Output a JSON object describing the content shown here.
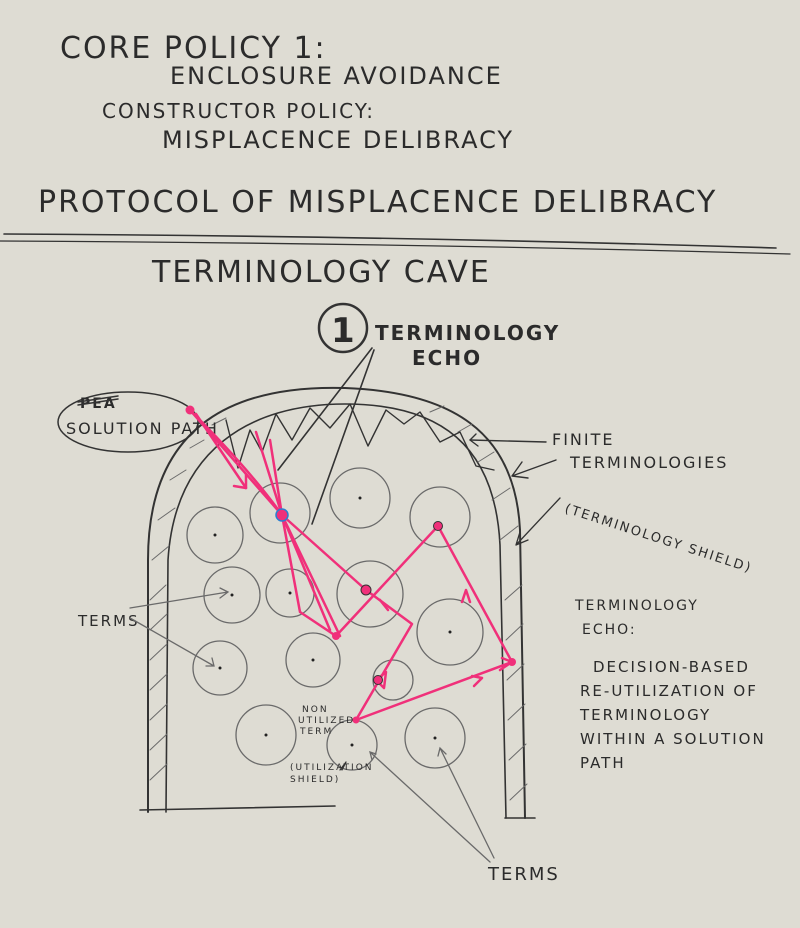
{
  "header": {
    "line1": "CORE POLICY 1:",
    "line2": "ENCLOSURE AVOIDANCE",
    "line3": "CONSTRUCTOR POLICY:",
    "line4": "MISPLACENCE DELIBRACY"
  },
  "protocol_title": "PROTOCOL OF MISPLACENCE DELIBRACY",
  "section_title": "TERMINOLOGY CAVE",
  "marker_number": "1",
  "labels": {
    "echo_line1": "TERMINOLOGY",
    "echo_line2": "ECHO",
    "solution_struck": "PEA",
    "solution_path": "SOLUTION PATH",
    "finite_1": "FINITE",
    "finite_2": "TERMINOLOGIES",
    "shield": "(TERMINOLOGY SHIELD)",
    "terms_left": "TERMS",
    "non_utilized_1": "NON",
    "non_utilized_2": "UTILIZED",
    "non_utilized_3": "TERM",
    "util_shield_1": "(UTILIZATION",
    "util_shield_2": "SHIELD)",
    "terms_bottom": "TERMS"
  },
  "definition": {
    "title_1": "TERMINOLOGY",
    "title_2": "ECHO:",
    "body": [
      "DECISION-BASED",
      "RE-UTILIZATION OF",
      "TERMINOLOGY",
      "WITHIN A SOLUTION",
      "PATH"
    ]
  },
  "colors": {
    "paper": "#dedcd3",
    "ink": "#2b2b2b",
    "path": "#f0307a"
  }
}
